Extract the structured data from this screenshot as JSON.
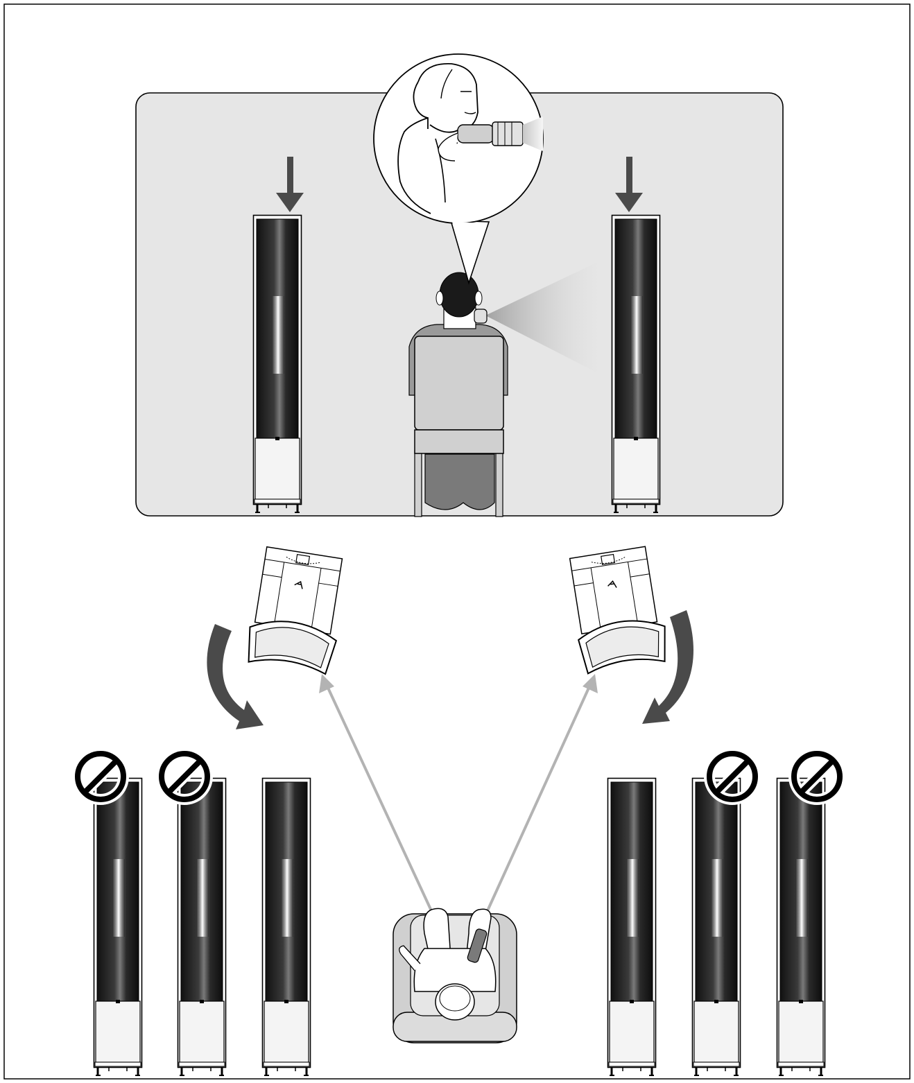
{
  "diagram": {
    "colors": {
      "page": "#ffffff",
      "frame": "#000000",
      "room": "#e6e6e6",
      "speaker_black": "#1a1a1a",
      "speaker_panel": "#f2f2f2",
      "arrow_dark": "#4a4a4a",
      "arrow_light": "#b3b3b3",
      "chair": "#d0d0d0",
      "legs": "#7a7a7a"
    },
    "icons": {
      "down_arrow": "down-arrow-icon",
      "no_symbol": "prohibited-icon",
      "rotate_arrow": "curved-rotation-arrow-icon",
      "sight_line": "sight-line-arrow-icon",
      "flashlight": "flashlight-icon",
      "brand_mark": "brand-logo-icon"
    },
    "bottom_row": {
      "left": [
        {
          "id": "L1",
          "prohibited": true
        },
        {
          "id": "L2",
          "prohibited": true
        },
        {
          "id": "L3",
          "prohibited": false
        }
      ],
      "right": [
        {
          "id": "R1",
          "prohibited": false
        },
        {
          "id": "R2",
          "prohibited": true
        },
        {
          "id": "R3",
          "prohibited": true
        }
      ]
    }
  }
}
